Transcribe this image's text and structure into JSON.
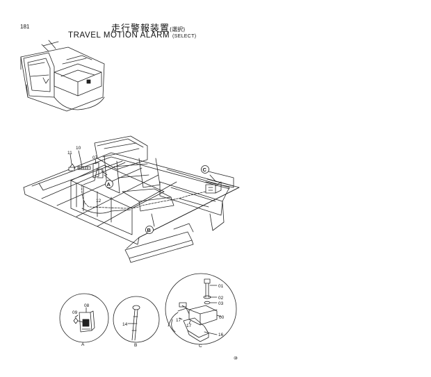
{
  "page_number": "181",
  "title": {
    "japanese": "走行警報装置",
    "japanese_note": "(選択)",
    "english": "TRAVEL MOTION ALARM",
    "english_note": "(SELECT)"
  },
  "callouts": {
    "main": [
      "11",
      "10",
      "07",
      "A",
      "12",
      "B",
      "C"
    ],
    "detail_a": {
      "label": "A",
      "parts": [
        "08",
        "09"
      ]
    },
    "detail_b": {
      "label": "B",
      "parts": [
        "14"
      ]
    },
    "detail_c": {
      "label": "C",
      "parts": [
        "01",
        "02",
        "03",
        "00",
        "17",
        "17",
        "16"
      ]
    }
  },
  "footer_mark": "⑩"
}
